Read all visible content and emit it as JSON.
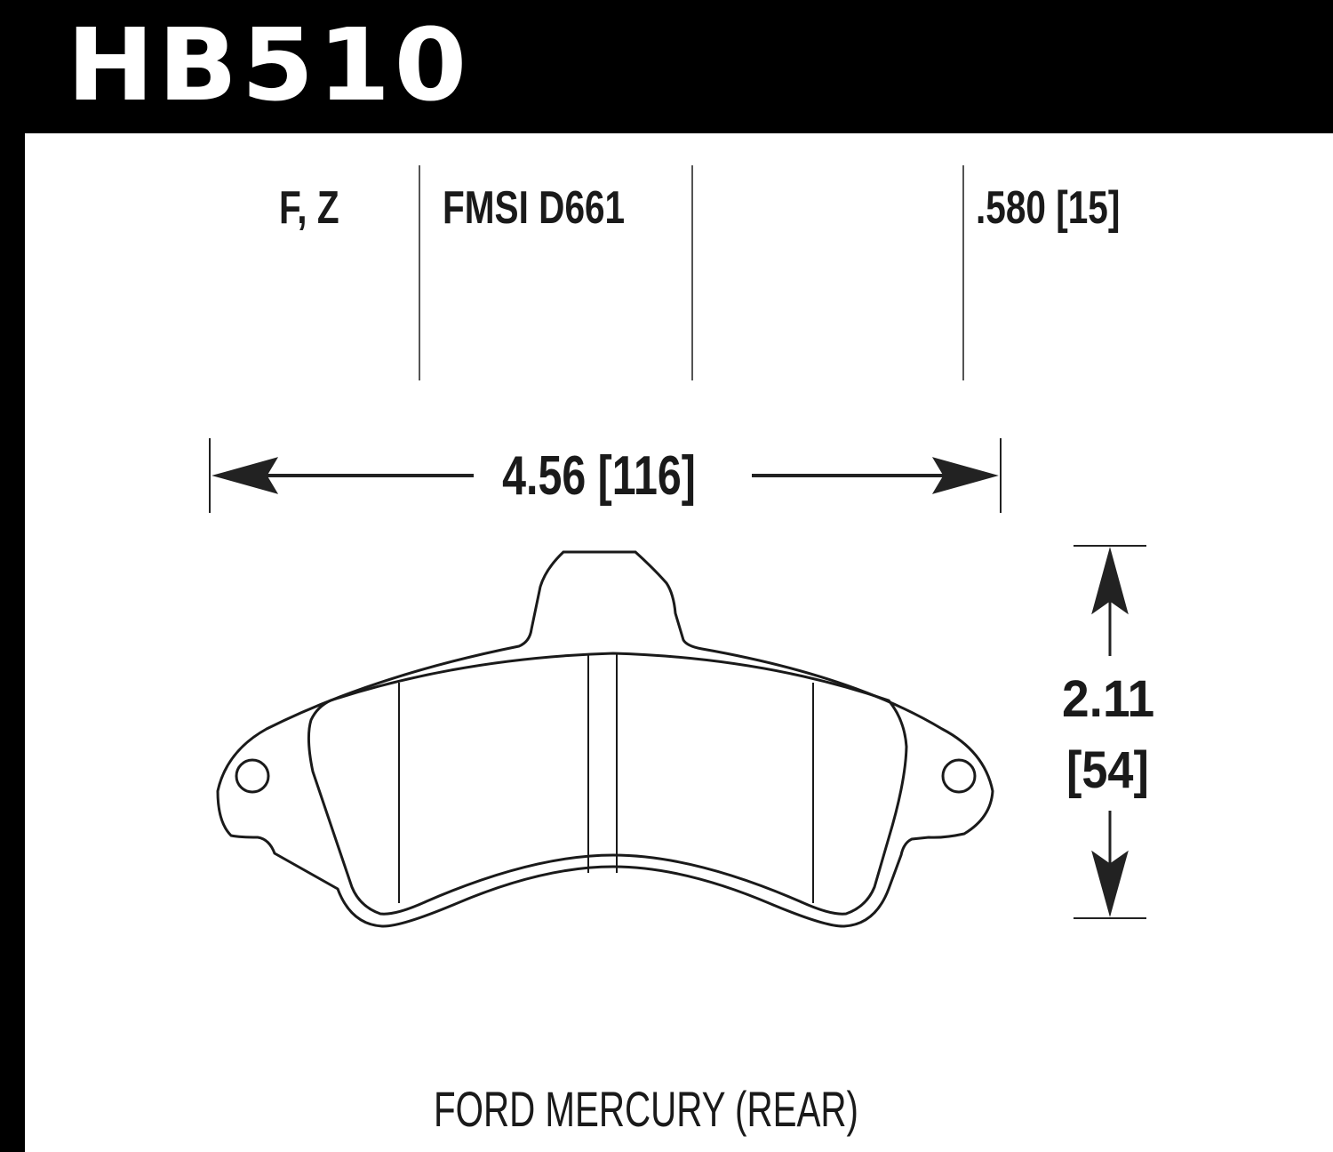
{
  "part_number": "HB510",
  "header": {
    "compound_codes": "F, Z",
    "fmsi": "FMSI D661",
    "blank_column": "",
    "thickness": ".580 [15]"
  },
  "dimensions": {
    "width": "4.56 [116]",
    "height_in": "2.11",
    "height_mm": "[54]"
  },
  "application": "FORD MERCURY (REAR)",
  "colors": {
    "header_bg": "#000000",
    "text": "#1a1a1a",
    "line": "#222222"
  }
}
